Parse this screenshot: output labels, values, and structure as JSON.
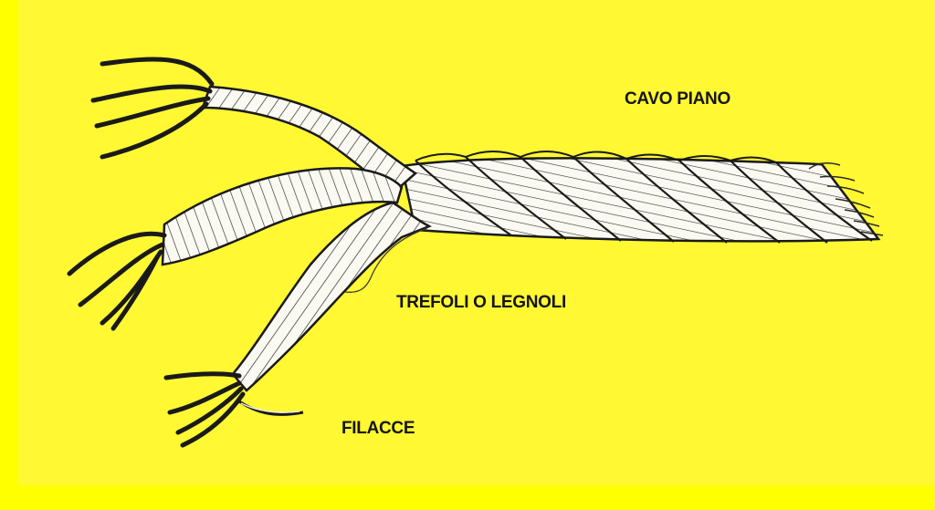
{
  "diagram": {
    "subject": "Rope structure (three-strand laid rope)",
    "labels": {
      "rope": "CAVO PIANO",
      "strands": "TREFOLI O LEGNOLI",
      "yarns": "FILACCE"
    },
    "components": [
      {
        "id": "rope",
        "description": "Laid rope with twisted strands, frayed fibres at right end"
      },
      {
        "id": "strand-top",
        "description": "Upper strand unlaid to the upper-left ending in 4 yarns"
      },
      {
        "id": "strand-middle",
        "description": "Middle strand unlaid to the left ending in yarns"
      },
      {
        "id": "strand-bottom",
        "description": "Lower strand unlaid to the lower-left ending in yarns"
      }
    ],
    "colors": {
      "frame": "#FFFF00",
      "background": "#FFF833",
      "ink": "#1a1a1a",
      "rope_fill": "#FAFAF2"
    }
  }
}
